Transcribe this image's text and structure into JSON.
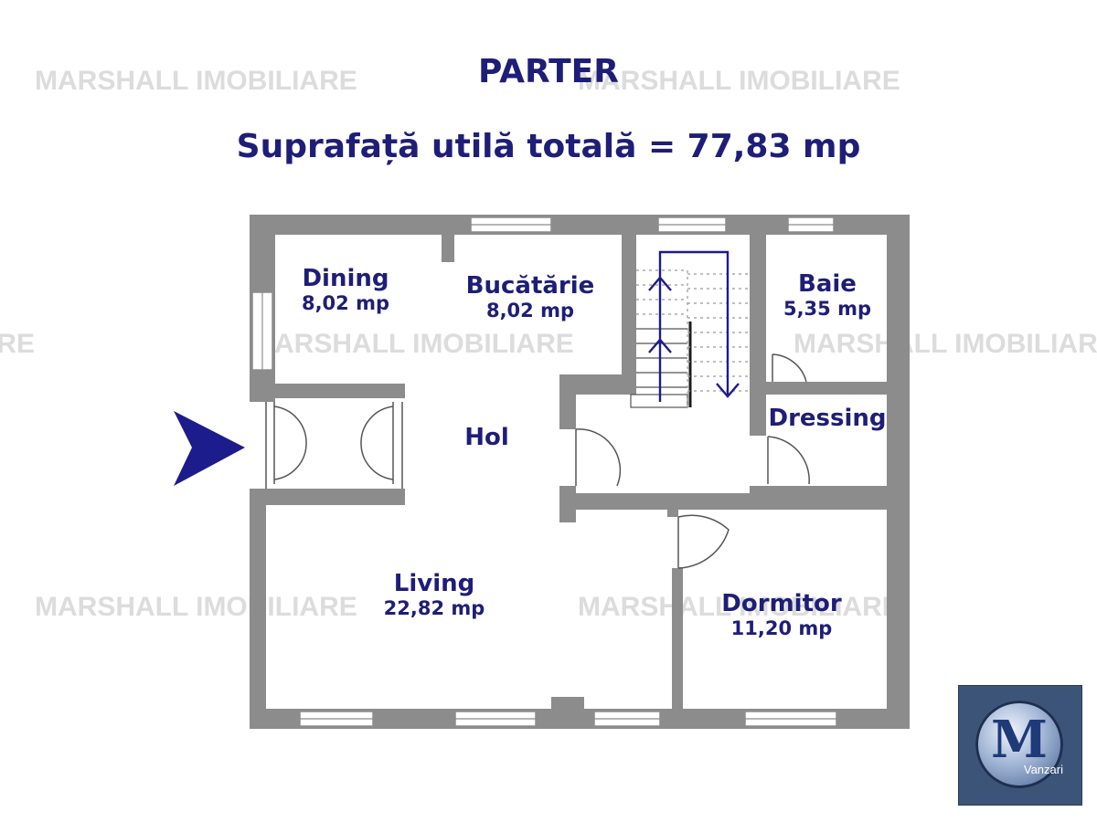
{
  "title": "PARTER",
  "area_total": "Suprafață utilă totală = 77,83 mp",
  "watermark": "MARSHALL IMOBILIARE",
  "rooms": {
    "dining": {
      "name": "Dining",
      "area": "8,02 mp"
    },
    "bucatarie": {
      "name": "Bucătărie",
      "area": "8,02 mp"
    },
    "baie": {
      "name": "Baie",
      "area": "5,35 mp"
    },
    "dressing": {
      "name": "Dressing"
    },
    "hol": {
      "name": "Hol"
    },
    "living": {
      "name": "Living",
      "area": "22,82 mp"
    },
    "dormitor": {
      "name": "Dormitor",
      "area": "11,20 mp"
    }
  },
  "logo": {
    "letter": "M",
    "text": "Vanzari"
  },
  "colors": {
    "wall": "#8c8c8c",
    "text": "#1e1e78",
    "arrow": "#1c1c8c",
    "watermark": "#dcdcdc",
    "logo_bg": "#3c5478"
  },
  "icons": {
    "entrance": "entrance-arrow-icon",
    "stairs": "stairs-icon"
  }
}
